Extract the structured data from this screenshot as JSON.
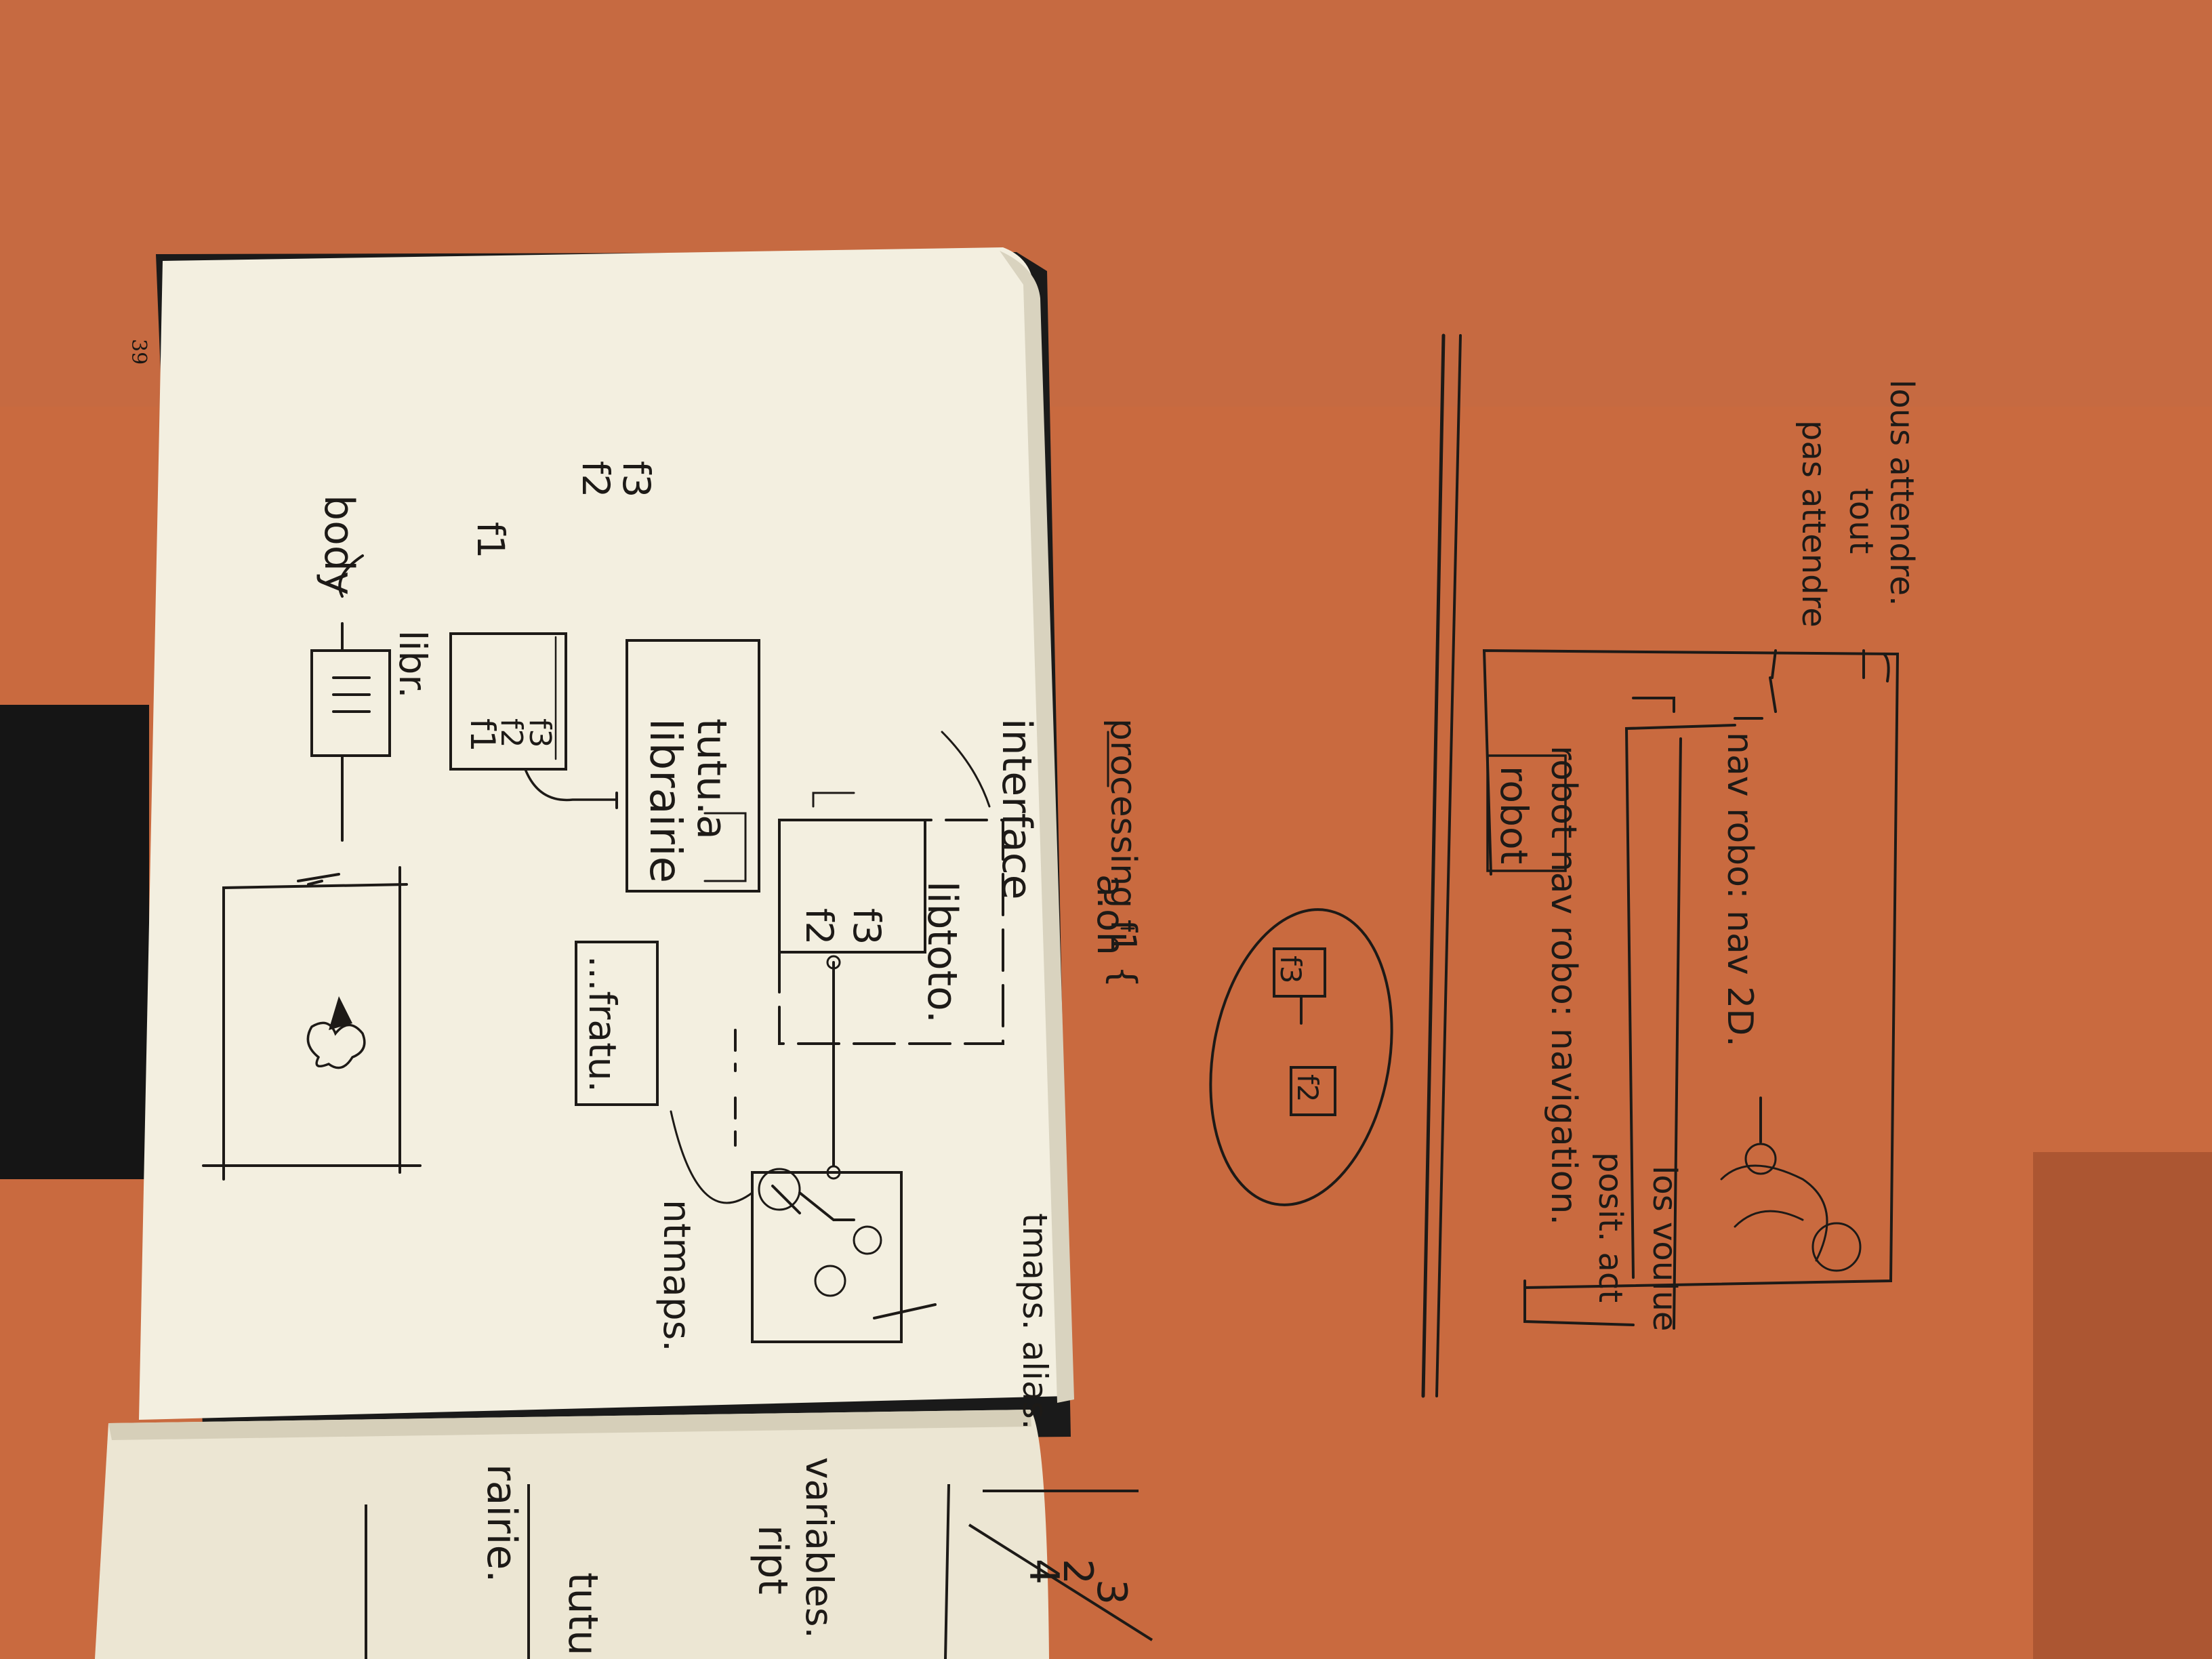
{
  "photo": {
    "subject": "notebook-sketch",
    "colors": {
      "table": "#c96a3f",
      "table_shadow": "#8a3f22",
      "page": "#f3efe0",
      "page_shadow": "#d9d3bf",
      "ink": "#1d1a17",
      "binding": "#1a1a1a"
    }
  },
  "right_page": {
    "page_number": "39",
    "labels": {
      "body": "body",
      "libr": "libr.",
      "f1": "f1",
      "f2": "f2",
      "f3": "f3",
      "librairie": "librairie",
      "tutu_a": "tutu.a",
      "libtoto": "libtoto.",
      "fratu": "...fratu.",
      "interface": "interface",
      "processing": "processing f1 {",
      "a_oh": "a.oh",
      "ntmaps": "ntmaps.",
      "tmaps_alias": "tmaps. alias.",
      "robot": "robot",
      "nav_navigation": "robot nav robo: navigation.",
      "posit": "posit. act",
      "los_voulue": "los voulue",
      "nav2d": "nav robo: nav 2D.",
      "pas_attendre": "pas attendre",
      "tout": "tout",
      "lous_attendre": "lous attendre."
    }
  },
  "left_page": {
    "fragments": [
      "rairie.",
      "tutu",
      "ript",
      "variables.",
      "4",
      "2",
      "3"
    ]
  }
}
